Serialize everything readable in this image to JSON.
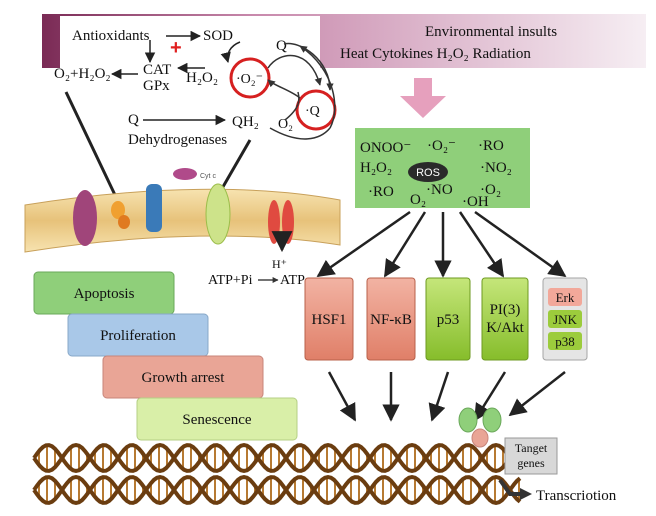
{
  "top_left": {
    "antioxidants": "Antioxidants",
    "sod": "SOD",
    "plus": "+",
    "cat": "CAT",
    "gpx": "GPx",
    "o2_h2o2": "O₂+H₂O₂",
    "h2o2": "H₂O₂",
    "o2_radical": "·O₂⁻",
    "q_top": "Q",
    "q_radical": "·Q",
    "o2": "O₂",
    "q_left": "Q",
    "qh2": "QH₂",
    "dehydrogenases": "Dehydrogenases"
  },
  "banner": {
    "line1": "Environmental insults",
    "line2": "Heat Cytokines H₂O₂ Radiation"
  },
  "ros_box": {
    "center": "ROS",
    "species": [
      "ONOO⁻",
      "·O₂⁻",
      "·RO",
      "H₂O₂",
      "·NO₂",
      "·RO",
      "·NO",
      "·O₂",
      "O₂",
      "·OH"
    ]
  },
  "membrane": {
    "h_plus": "H⁺",
    "atp_pi": "ATP+Pi",
    "atp": "ATP",
    "cyt_c": "Cyt c"
  },
  "outcomes": [
    "Apoptosis",
    "Proliferation",
    "Growth arrest",
    "Senescence"
  ],
  "pathways": [
    "HSF1",
    "NF-κB",
    "p53",
    "PI(3)\nK/Akt"
  ],
  "mapk": [
    "Erk",
    "JNK",
    "p38"
  ],
  "target_genes": "Tanget\ngenes",
  "transcription": "Transcriotion",
  "colors": {
    "red_box": "#e89580",
    "green_box": "#9ccc3c",
    "ros_bg": "#8fcf7a",
    "banner": "#a34a7a",
    "apoptosis": "#8fcf7a",
    "proliferation": "#a9c8e8",
    "growth_arrest": "#e9a596",
    "senescence": "#d9efa8"
  }
}
